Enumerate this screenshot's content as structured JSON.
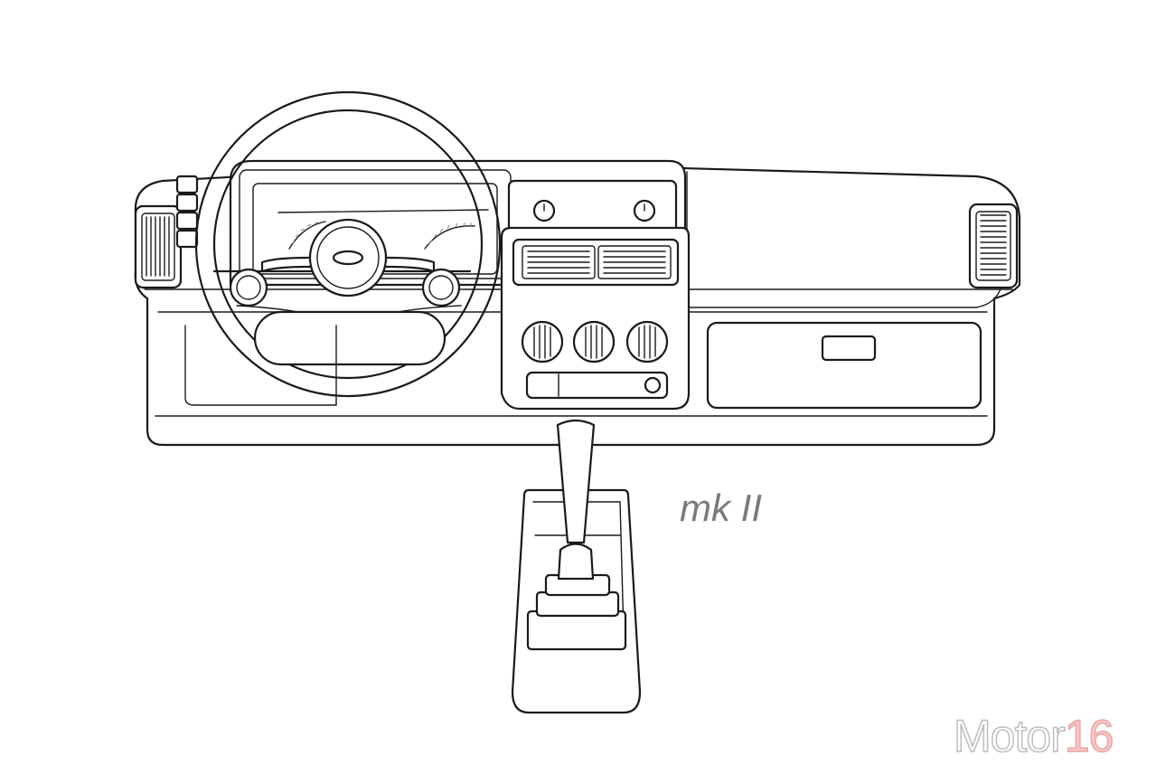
{
  "model_label": "mk II",
  "watermark": {
    "text": "Motor",
    "number": "16"
  },
  "colors": {
    "line": "#1a1a1a",
    "label": "#7a7a7a",
    "watermark_accent": "#e8a8a8"
  }
}
